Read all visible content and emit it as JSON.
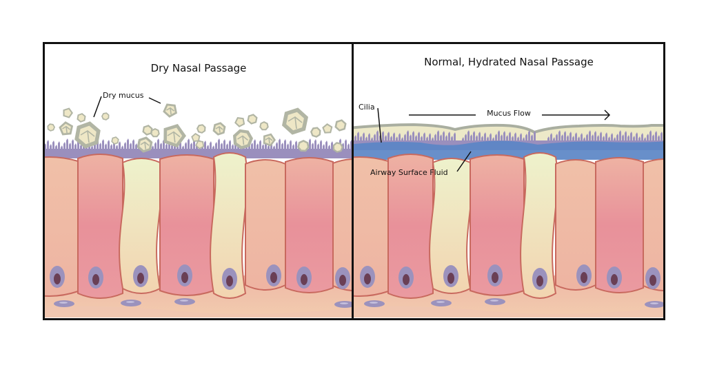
{
  "figure": {
    "panels": [
      {
        "id": "dry",
        "title": "Dry Nasal Passage",
        "labels": {
          "dry_mucus": "Dry mucus"
        }
      },
      {
        "id": "hydrated",
        "title": "Normal, Hydrated Nasal Passage",
        "labels": {
          "cilia": "Cilia",
          "mucus_flow": "Mucus Flow",
          "airway_surface_fluid": "Airway Surface Fluid"
        }
      }
    ],
    "colors": {
      "frame": "#111111",
      "cell_pink": "#e8949a",
      "cell_peach": "#efb9a3",
      "cell_cream": "#f1e3bd",
      "cell_outline": "#c8695e",
      "nucleus_outer": "#9b92bd",
      "nucleus_inner": "#6a3f55",
      "cilia": "#9a8fbd",
      "dry_mucus_outline": "#b1b5a4",
      "dry_mucus_fill": "#eee7c6",
      "mucus_layer": "#ede9c8",
      "mucus_edge": "#a9aea0",
      "airway_fluid": "#5b86c6",
      "tissue": "#f1c3ad"
    }
  }
}
